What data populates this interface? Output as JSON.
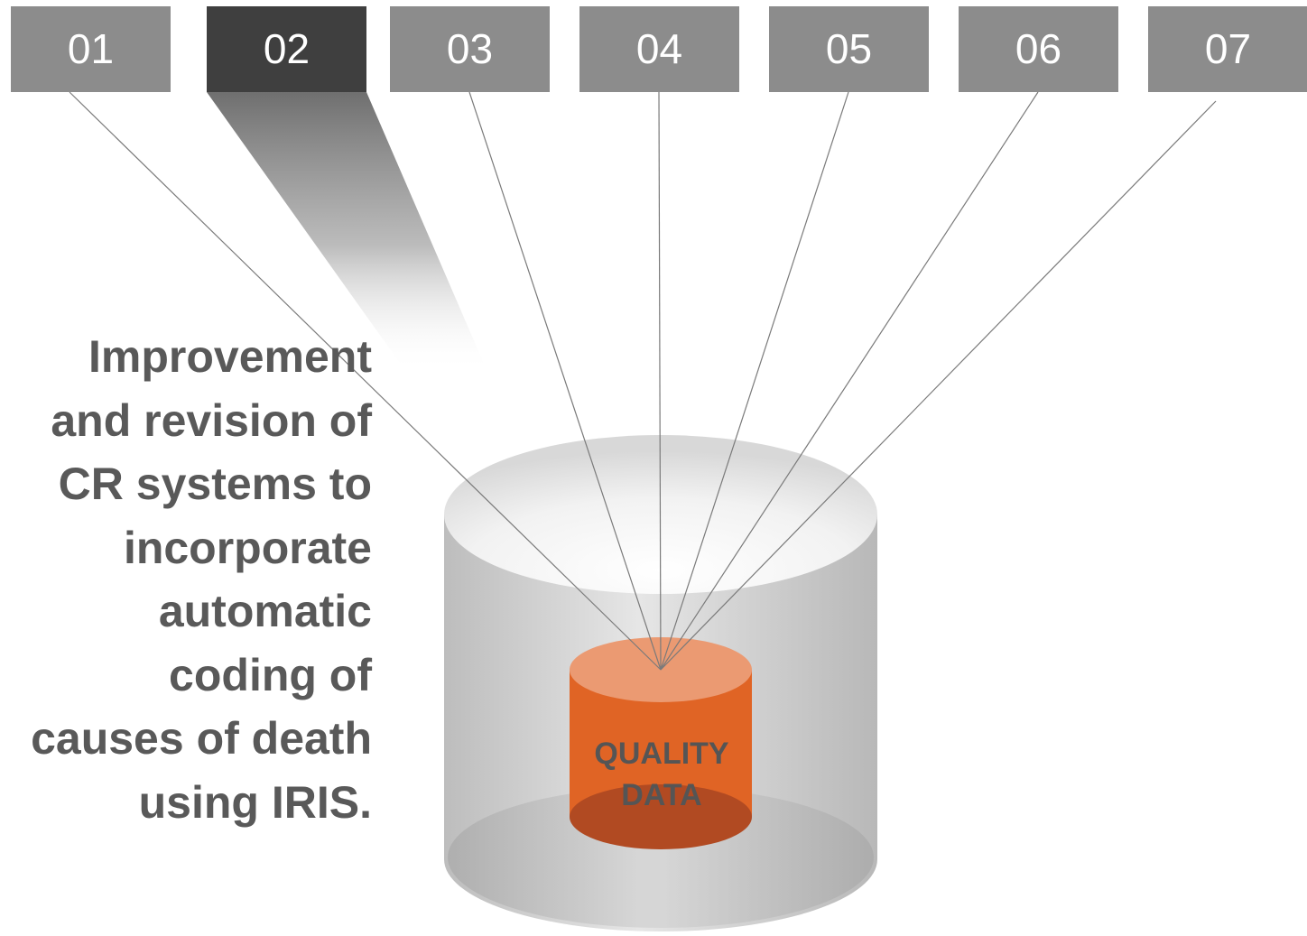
{
  "steps": [
    {
      "id": "step-01",
      "label": "01",
      "active": false
    },
    {
      "id": "step-02",
      "label": "02",
      "active": true
    },
    {
      "id": "step-03",
      "label": "03",
      "active": false
    },
    {
      "id": "step-04",
      "label": "04",
      "active": false
    },
    {
      "id": "step-05",
      "label": "05",
      "active": false
    },
    {
      "id": "step-06",
      "label": "06",
      "active": false
    },
    {
      "id": "step-07",
      "label": "07",
      "active": false
    }
  ],
  "description": {
    "lines": [
      "Improvement",
      "and revision of",
      "CR systems to",
      "incorporate",
      "automatic",
      "coding of",
      "causes of death",
      "using IRIS."
    ]
  },
  "center": {
    "line1": "QUALITY",
    "line2": "DATA"
  },
  "colors": {
    "box_inactive": "#8c8c8c",
    "box_active": "#3f3f3f",
    "box_text": "#ffffff",
    "core_orange": "#e06425",
    "core_top": "#eb9a72",
    "core_bottom": "#b14a22",
    "outer_cylinder": "#c8c8c8",
    "description_text": "#595959"
  }
}
